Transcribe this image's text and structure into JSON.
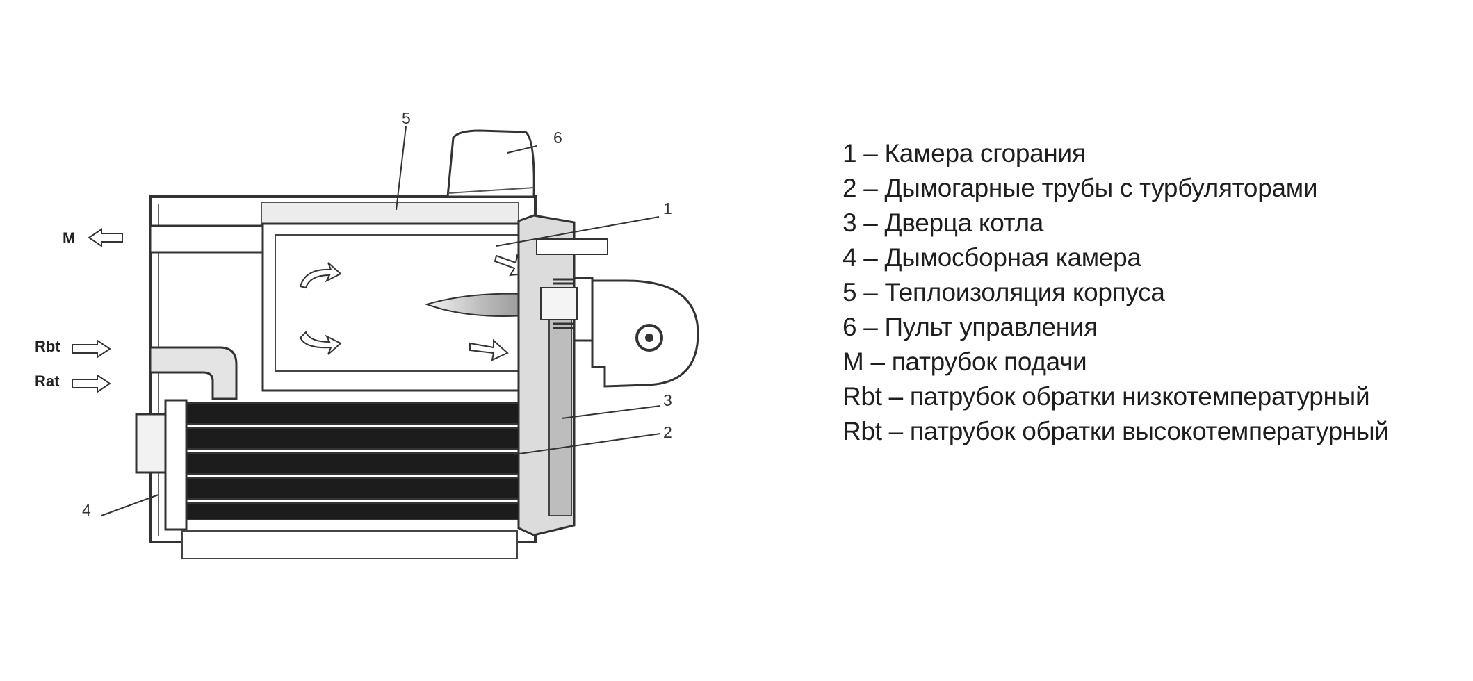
{
  "diagram": {
    "callouts": [
      "1",
      "2",
      "3",
      "4",
      "5",
      "6"
    ],
    "ports": {
      "m": "M",
      "rbt": "Rbt",
      "rat": "Rat"
    }
  },
  "legend": [
    "1 – Камера сгорания",
    "2 – Дымогарные трубы с турбуляторами",
    "3 – Дверца котла",
    "4 – Дымосборная камера",
    "5 – Теплоизоляция корпуса",
    "6 – Пульт управления",
    "M – патрубок подачи",
    "Rbt – патрубок обратки низкотемпературный",
    "Rbt – патрубок обратки высокотемпературный"
  ],
  "colors": {
    "line": "#333333",
    "tube": "#1c1c1c",
    "fill_light": "#f0f0f0",
    "fill_mid": "#cfcfcf"
  }
}
